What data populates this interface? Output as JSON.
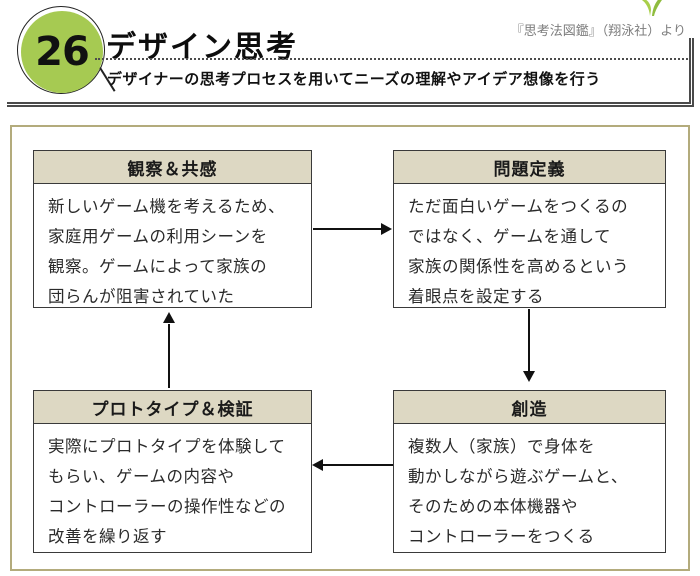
{
  "header": {
    "number": "26",
    "title": "デザイン思考",
    "source": "『思考法図鑑』（翔泳社）より",
    "subtitle": "デザイナーの思考プロセスを用いてニーズの理解やアイデア想像を行う"
  },
  "colors": {
    "accent_green": "#a6ca52",
    "sprout_green": "#a9cf4a",
    "box_header_bg": "#ddd8c3",
    "box_border": "#3a3a3a",
    "frame_border": "#b3ab7c",
    "source_text": "#7d7d7d",
    "arrow": "#111111"
  },
  "icons": {
    "top_right": "sprout-icon"
  },
  "diagram": {
    "boxes": [
      {
        "id": "observe",
        "title": "観察＆共感",
        "lines": [
          "新しいゲーム機を考えるため、",
          "家庭用ゲームの利用シーンを",
          "観察。ゲームによって家族の",
          "団らんが阻害されていた"
        ]
      },
      {
        "id": "define",
        "title": "問題定義",
        "lines": [
          "ただ面白いゲームをつくるの",
          "ではなく、ゲームを通して",
          "家族の関係性を高めるという",
          "着眼点を設定する"
        ]
      },
      {
        "id": "create",
        "title": "創造",
        "lines": [
          "複数人（家族）で身体を",
          "動かしながら遊ぶゲームと、",
          "そのための本体機器や",
          "コントローラーをつくる"
        ]
      },
      {
        "id": "prototype",
        "title": "プロトタイプ＆検証",
        "lines": [
          "実際にプロトタイプを体験して",
          "もらい、ゲームの内容や",
          "コントローラーの操作性などの",
          "改善を繰り返す"
        ]
      }
    ],
    "arrows": [
      "observe→define",
      "define→create",
      "create→prototype",
      "prototype→observe"
    ]
  }
}
